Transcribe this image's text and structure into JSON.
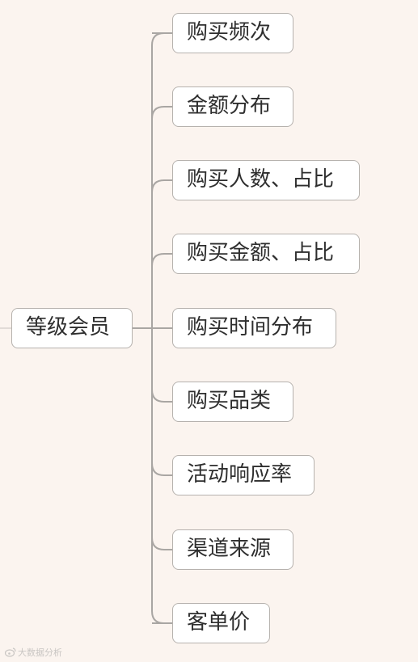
{
  "mindmap": {
    "root": "等级会员",
    "children": [
      "购买频次",
      "金额分布",
      "购买人数、占比",
      "购买金额、占比",
      "购买时间分布",
      "购买品类",
      "活动响应率",
      "渠道来源",
      "客单价"
    ]
  },
  "colors": {
    "background": "#fbf4ef",
    "node_fill": "#ffffff",
    "node_border": "#b6b2ae",
    "connector": "#a9a6a3",
    "text": "#2e2e2e"
  },
  "watermark": {
    "text": "大数据分析",
    "icon": "weibo-icon"
  }
}
